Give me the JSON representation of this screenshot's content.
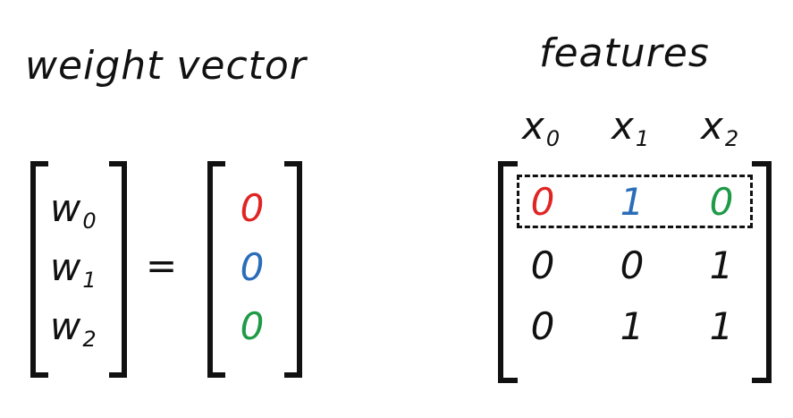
{
  "weight": {
    "title": "weight vector",
    "symbols": [
      {
        "base": "w",
        "sub": "0"
      },
      {
        "base": "w",
        "sub": "1"
      },
      {
        "base": "w",
        "sub": "2"
      }
    ],
    "equals": "=",
    "values": [
      "0",
      "0",
      "0"
    ]
  },
  "features": {
    "title": "features",
    "headers": [
      {
        "base": "x",
        "sub": "0"
      },
      {
        "base": "x",
        "sub": "1"
      },
      {
        "base": "x",
        "sub": "2"
      }
    ],
    "rows": [
      [
        "0",
        "1",
        "0"
      ],
      [
        "0",
        "0",
        "1"
      ],
      [
        "0",
        "1",
        "1"
      ]
    ],
    "highlighted_row": 0
  },
  "colors": {
    "red": "#e02424",
    "blue": "#2a6db8",
    "green": "#1f9a47",
    "ink": "#111111"
  }
}
